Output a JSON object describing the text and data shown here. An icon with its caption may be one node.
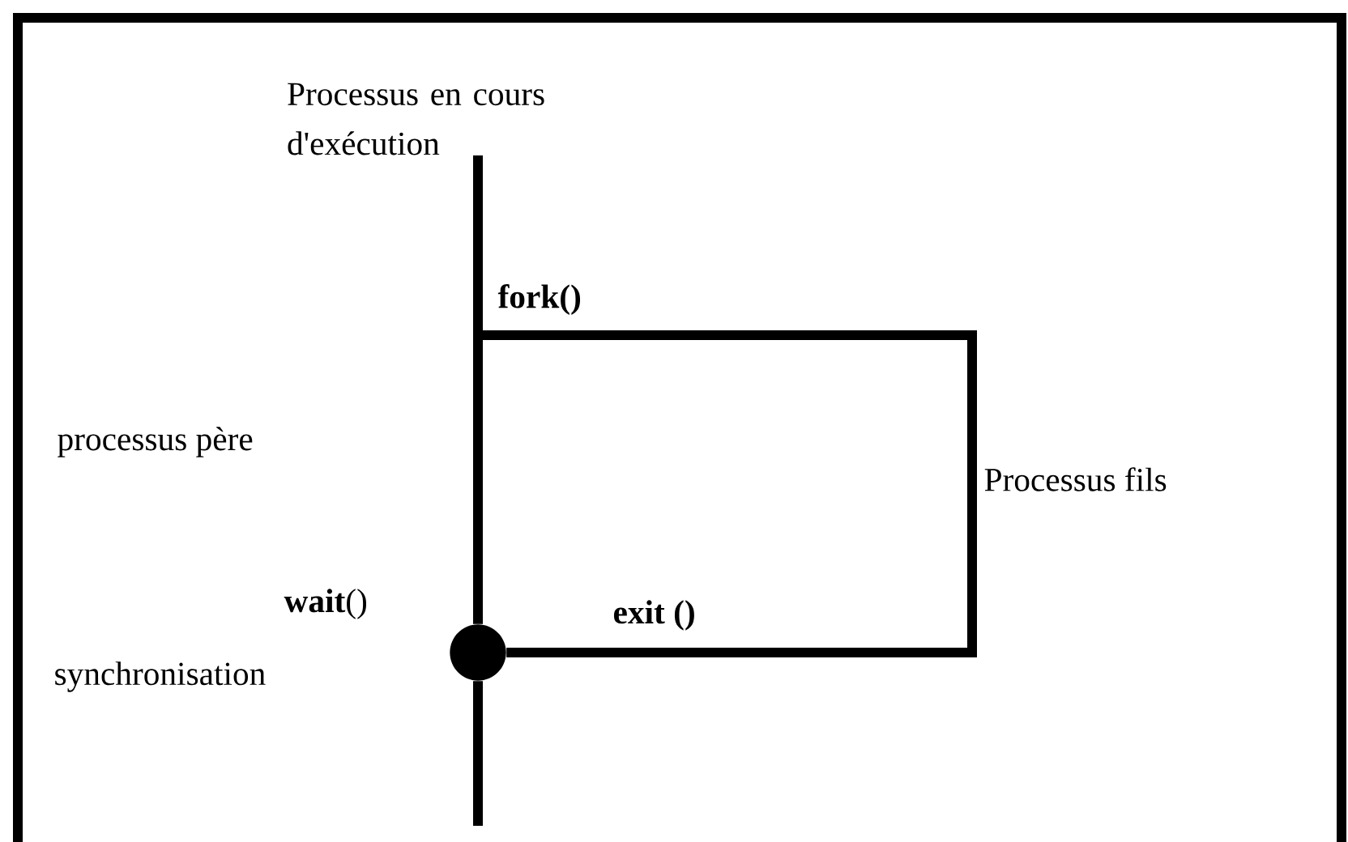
{
  "diagram": {
    "nodes": [
      {
        "text": [
          "Processus en cours d'exécution"
        ]
      },
      {
        "text": [],
        "shape": "circle"
      }
    ],
    "edges": [
      {
        "from": 0,
        "to": 1,
        "arrow": "none"
      },
      {
        "from": 1,
        "to": null,
        "arrow": "none"
      },
      {
        "from": null,
        "to": 1,
        "arrow": "none"
      }
    ],
    "labels": [
      "fork()",
      "processus père",
      "Processus fils",
      "**wait**()",
      "exit ()",
      "synchronisation"
    ]
  }
}
